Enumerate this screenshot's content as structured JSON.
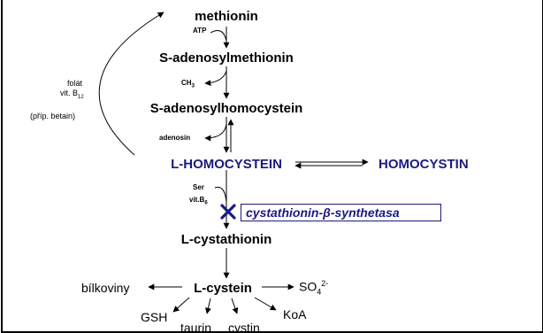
{
  "colors": {
    "accent": "#1a1a80",
    "ink": "#000000",
    "background": "#ffffff"
  },
  "nodes": {
    "methionin": "methionin",
    "sam": "S-adenosylmethionin",
    "sah": "S-adenosylhomocystein",
    "homocystein": "L-HOMOCYSTEIN",
    "homocystin": "HOMOCYSTIN",
    "cystathionin": "L-cystathionin",
    "cystein": "L-cystein",
    "bilkoviny": "bílkoviny",
    "sulfate": {
      "base": "SO",
      "sub": "4",
      "sup": "2-"
    },
    "gsh": "GSH",
    "taurin": "taurin",
    "cystin": "cystin",
    "koa": "KoA"
  },
  "cofactors": {
    "atp": "ATP",
    "ch3": {
      "base": "CH",
      "sub": "3"
    },
    "adenosin": "adenosin",
    "ser": "Ser",
    "vitb6": {
      "base": "vit.B",
      "sub": "6"
    }
  },
  "remethylation": {
    "folat": "folát",
    "vitb12": {
      "base": "vit. B",
      "sub": "12"
    },
    "betain": "(příp. betain)"
  },
  "enzyme": {
    "prefix": "cystathionin-",
    "beta": "β",
    "suffix": "-synthetasa",
    "blocked_icon": "cross-icon"
  }
}
